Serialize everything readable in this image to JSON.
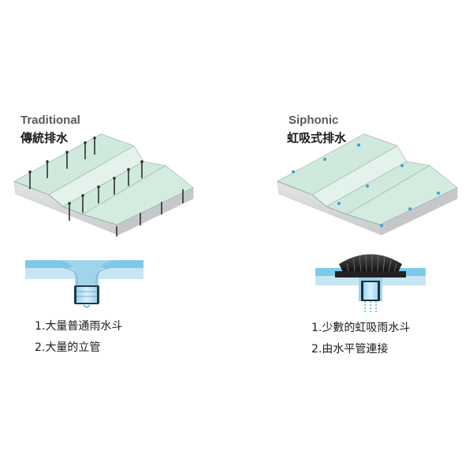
{
  "traditional": {
    "title_en": "Traditional",
    "title_zh": "傳統排水",
    "notes": [
      "1.大量普通雨水斗",
      "2.大量的立管"
    ]
  },
  "siphonic": {
    "title_en": "Siphonic",
    "title_zh": "虹吸式排水",
    "notes": [
      "1.少數的虹吸雨水斗",
      "2.由水平管連接"
    ]
  },
  "colors": {
    "roof_top": "#cfe9dc",
    "roof_side": "#d7d9dc",
    "water": "#7ec8ea",
    "pipe_blue": "#bfe6f6",
    "post": "#2e2e2e",
    "dot": "#3da0d6"
  }
}
